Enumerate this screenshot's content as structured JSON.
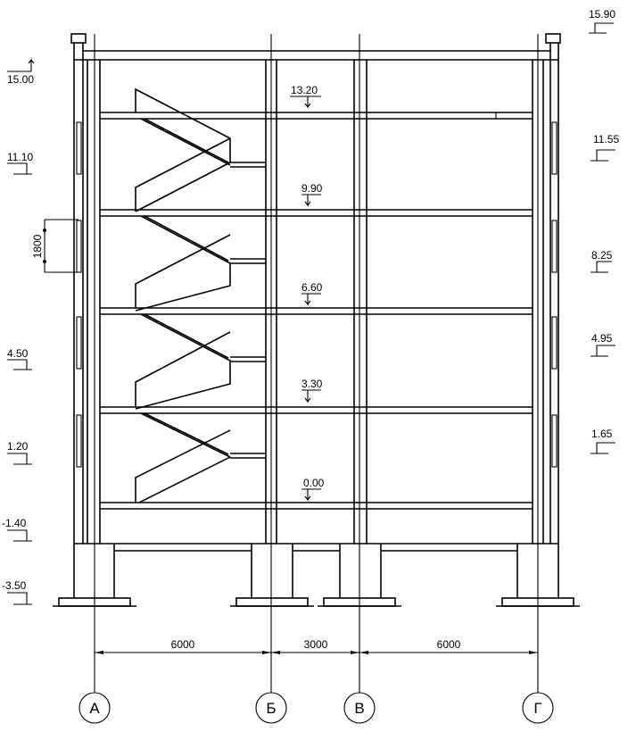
{
  "drawing": {
    "axes": [
      {
        "label": "А"
      },
      {
        "label": "Б"
      },
      {
        "label": "В"
      },
      {
        "label": "Г"
      }
    ],
    "spans": [
      "6000",
      "3000",
      "6000"
    ],
    "window_height_dim": "1800",
    "floor_levels": [
      "13.20",
      "9.90",
      "6.60",
      "3.30",
      "0.00"
    ],
    "left_levels": [
      "15.00",
      "11.10",
      "4.50",
      "1.20",
      "-1.40",
      "-3.50"
    ],
    "right_levels": [
      "15.90",
      "11.55",
      "8.25",
      "4.95",
      "1.65"
    ]
  }
}
